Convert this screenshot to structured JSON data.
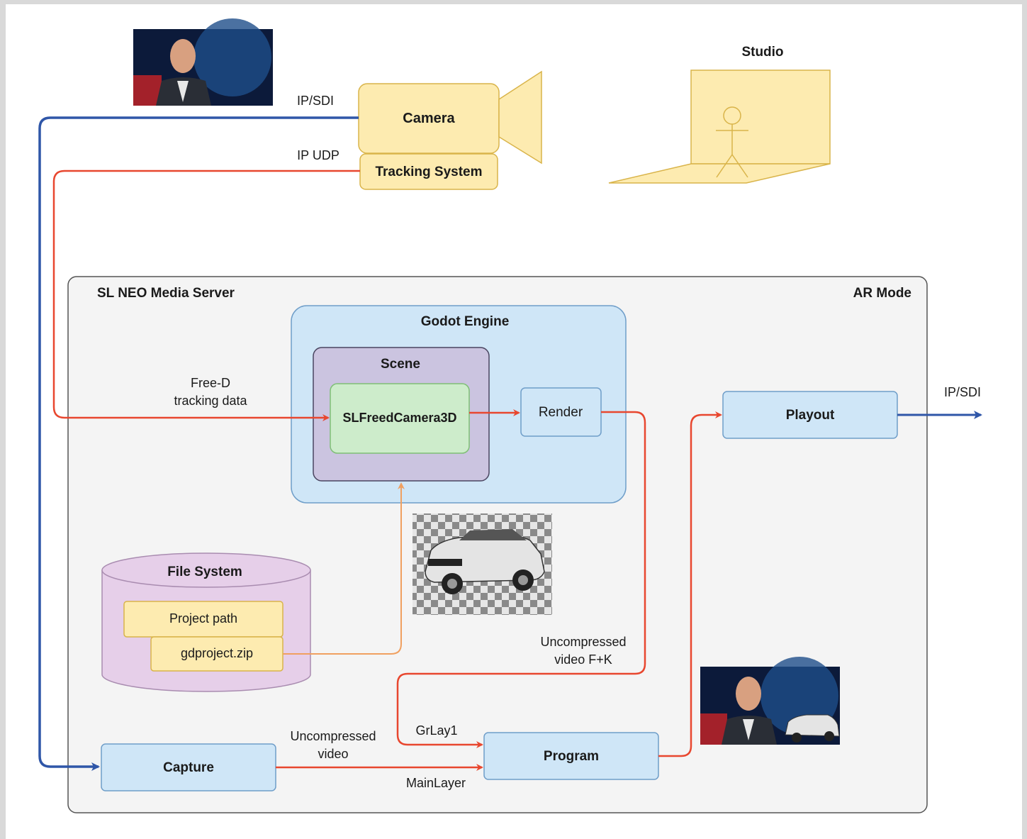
{
  "camera": {
    "label": "Camera"
  },
  "tracking": {
    "label": "Tracking System"
  },
  "studio": {
    "label": "Studio"
  },
  "server": {
    "label": "SL NEO Media Server",
    "mode": "AR Mode"
  },
  "godot": {
    "label": "Godot  Engine"
  },
  "scene": {
    "label": "Scene"
  },
  "camera3d": {
    "label": "SLFreedCamera3D"
  },
  "render": {
    "label": "Render"
  },
  "playout": {
    "label": "Playout"
  },
  "filesystem": {
    "label": "File System",
    "project_path": "Project path",
    "zip": "gdproject.zip"
  },
  "capture": {
    "label": "Capture"
  },
  "program": {
    "label": "Program"
  },
  "edges": {
    "ip_sdi_in": "IP/SDI",
    "ip_udp": "IP UDP",
    "freed_line1": "Free-D",
    "freed_line2": "tracking data",
    "ip_sdi_out": "IP/SDI",
    "uncomp_fk_line1": "Uncompressed",
    "uncomp_fk_line2": "video F+K",
    "grlay": "GrLay1",
    "uncomp_video_line1": "Uncompressed",
    "uncomp_video_line2": "video",
    "mainlayer": "MainLayer"
  },
  "colors": {
    "blue_line": "#2f56a8",
    "red_line": "#e8472f",
    "orange_line": "#f0a060",
    "yellow_fill": "#fdebb0",
    "yellow_stroke": "#d9b44a",
    "blue_fill": "#cfe6f7",
    "blue_stroke": "#6f9ec9",
    "purple_fill": "#cbc4e0",
    "purple_stroke": "#4a4560",
    "green_fill": "#cdeccb",
    "green_stroke": "#7fbf76",
    "cyl_fill": "#e6cfe9",
    "cyl_stroke": "#a98cb0"
  }
}
